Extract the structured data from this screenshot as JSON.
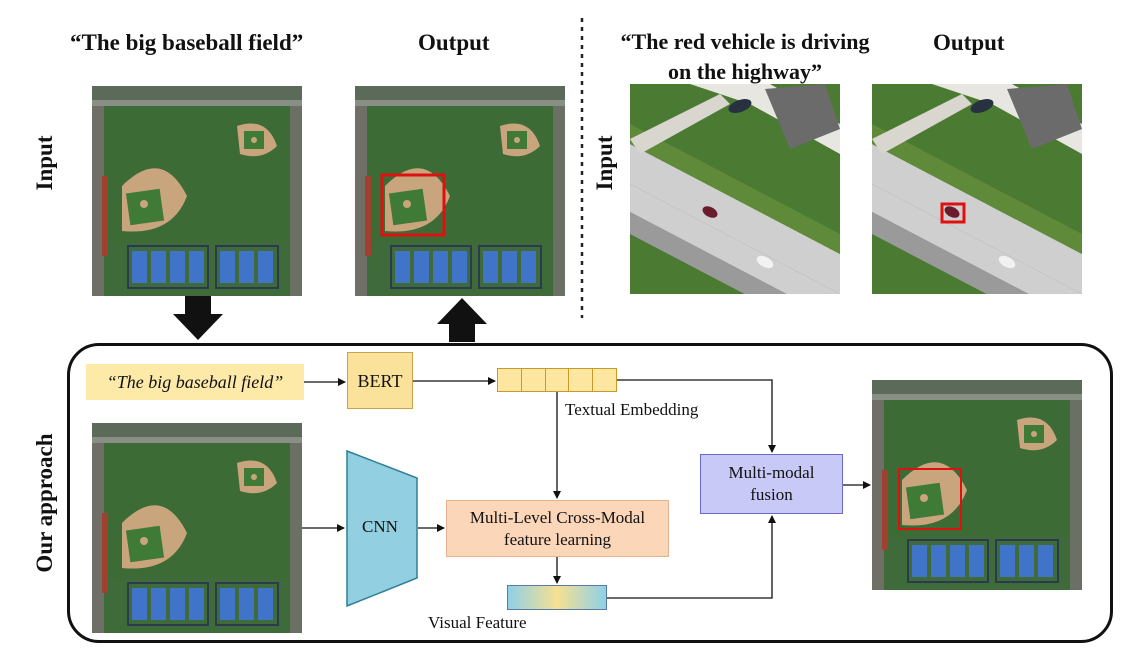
{
  "top": {
    "query1": "“The big baseball field”",
    "output1": "Output",
    "query2_line1": "“The red vehicle is driving",
    "query2_line2": "on the highway”",
    "output2": "Output",
    "input_label_left": "Input",
    "input_label_right": "Input"
  },
  "approach": {
    "side_label": "Our approach",
    "query_text": "“The big baseball field”",
    "bert": "BERT",
    "textual_embedding": "Textual Embedding",
    "cnn": "CNN",
    "mlcm_line1": "Multi-Level Cross-Modal",
    "mlcm_line2": "feature learning",
    "fusion_line1": "Multi-modal",
    "fusion_line2": "fusion",
    "visual_feature": "Visual Feature"
  },
  "colors": {
    "query_bg": "#fde9a8",
    "bert_bg": "#fbe29a",
    "bert_border": "#c8a44a",
    "cnn_fill": "#92cfe0",
    "mlcm_bg": "#fbd6b9",
    "fusion_bg": "#c9c9f7",
    "fusion_border": "#6a6ac9",
    "bbox": "#e01010"
  }
}
